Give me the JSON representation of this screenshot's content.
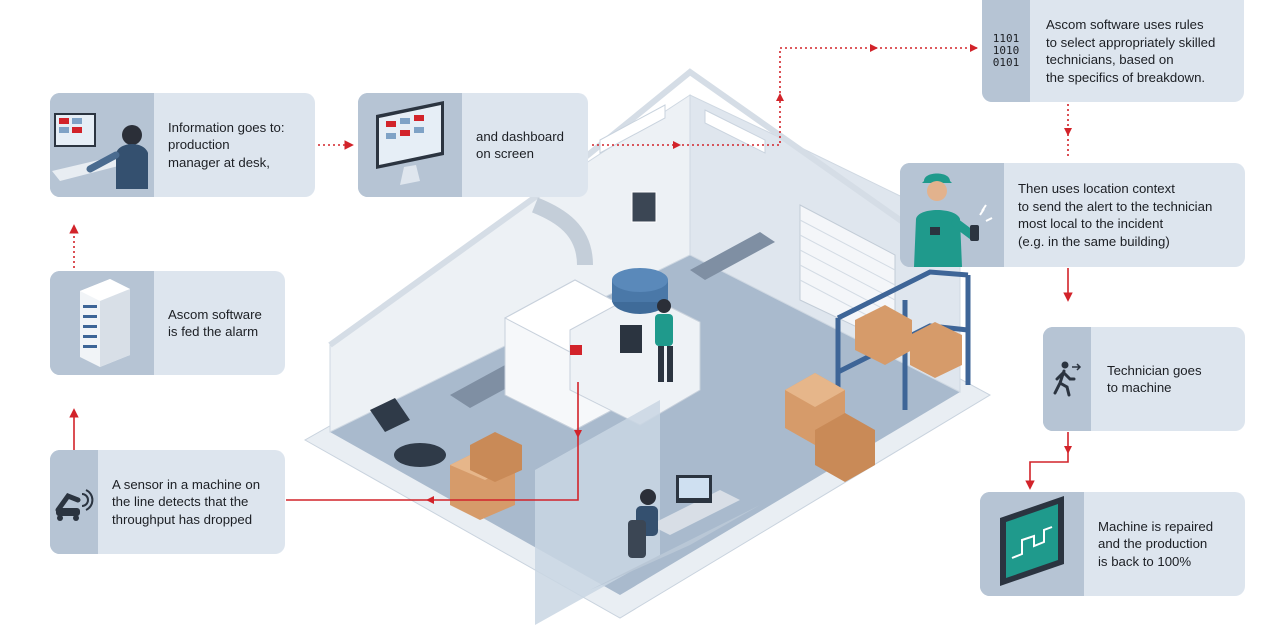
{
  "steps": {
    "sensor": "A sensor in a machine on\nthe line detects that the\nthroughput has dropped",
    "fed": "Ascom software\nis fed the alarm",
    "info": "Information goes to:\nproduction\nmanager at desk,",
    "dashboard": "and dashboard\non screen",
    "rules": "Ascom software uses rules\nto select appropriately skilled\ntechnicians, based on\nthe specifics of breakdown.",
    "location": "Then uses location context\nto send the alert to the technician\nmost local to the incident\n(e.g. in the same building)",
    "goes": "Technician goes\nto machine",
    "repaired": "Machine is repaired\nand the production\nis back to 100%"
  },
  "binary_code": [
    "1101",
    "1010",
    "0101"
  ],
  "icons": [
    "sensor-robot-icon",
    "server-icon",
    "manager-desk-icon",
    "dashboard-monitor-icon",
    "binary-code-icon",
    "technician-phone-icon",
    "walking-person-icon",
    "repaired-monitor-icon"
  ],
  "colors": {
    "card": "#dde5ee",
    "thumb": "#b6c4d4",
    "arrow": "#d2232a",
    "floor": "#9fb1c6",
    "wall": "#e4eaf0"
  }
}
